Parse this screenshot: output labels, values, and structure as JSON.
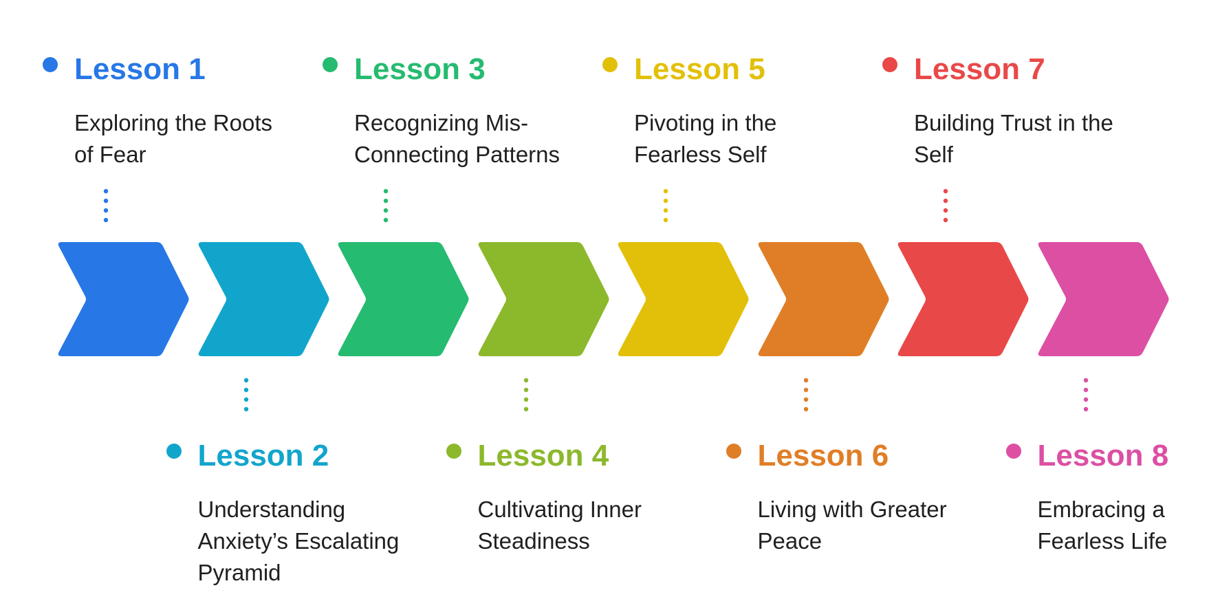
{
  "lessons": [
    {
      "title": "Lesson 1",
      "desc_lines": [
        "Exploring the Roots",
        "of Fear"
      ],
      "color": "#2777e6",
      "side": "top"
    },
    {
      "title": "Lesson 2",
      "desc_lines": [
        "Understanding",
        "Anxiety’s Escalating",
        "Pyramid"
      ],
      "color": "#12a5cc",
      "side": "bottom"
    },
    {
      "title": "Lesson 3",
      "desc_lines": [
        "Recognizing Mis-",
        "Connecting Patterns"
      ],
      "color": "#25bb70",
      "side": "top"
    },
    {
      "title": "Lesson 4",
      "desc_lines": [
        "Cultivating Inner",
        "Steadiness"
      ],
      "color": "#8cb82c",
      "side": "bottom"
    },
    {
      "title": "Lesson 5",
      "desc_lines": [
        "Pivoting in the",
        "Fearless Self"
      ],
      "color": "#e2c00a",
      "side": "top"
    },
    {
      "title": "Lesson 6",
      "desc_lines": [
        "Living with Greater",
        "Peace"
      ],
      "color": "#e07e27",
      "side": "bottom"
    },
    {
      "title": "Lesson 7",
      "desc_lines": [
        "Building Trust in the",
        "Self"
      ],
      "color": "#e94848",
      "side": "top"
    },
    {
      "title": "Lesson 8",
      "desc_lines": [
        "Embracing a",
        "Fearless Life"
      ],
      "color": "#dc4fa3",
      "side": "bottom"
    }
  ]
}
